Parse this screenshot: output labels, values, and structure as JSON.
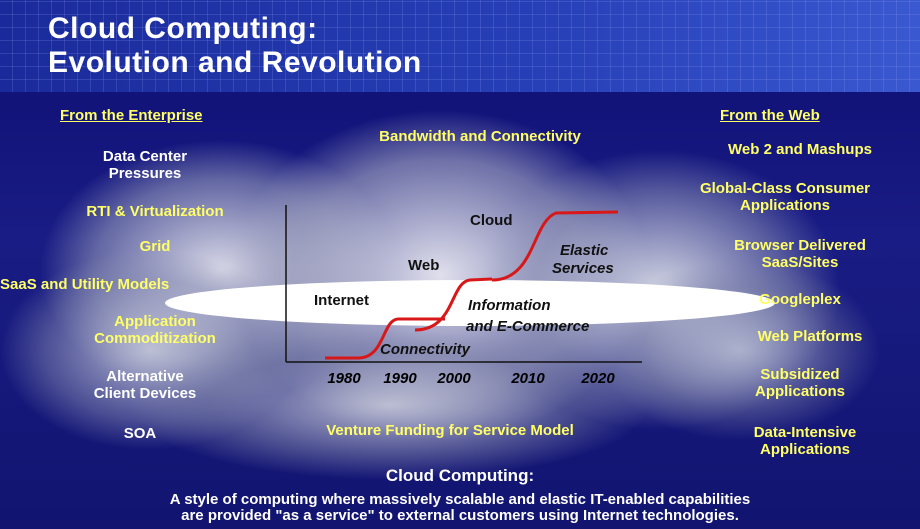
{
  "title": {
    "line1": "Cloud Computing:",
    "line2": "Evolution and Revolution"
  },
  "left": {
    "heading": "From the Enterprise",
    "items": [
      "Data Center",
      "Pressures",
      "RTI & Virtualization",
      "Grid",
      "SaaS and Utility Models",
      "Application",
      "Commoditization",
      "Alternative",
      "Client Devices",
      "SOA"
    ]
  },
  "right": {
    "heading": "From the Web",
    "items": [
      "Web 2 and Mashups",
      "Global-Class Consumer",
      "Applications",
      "Browser Delivered",
      "SaaS/Sites",
      "Googleplex",
      "Web Platforms",
      "Subsidized",
      "Applications",
      "Data-Intensive",
      "Applications"
    ]
  },
  "center": {
    "top": "Bandwidth and Connectivity",
    "bottom": "Venture Funding for Service Model"
  },
  "chart_data": {
    "type": "line",
    "x_ticks": [
      "1980",
      "1990",
      "2000",
      "2010",
      "2020"
    ],
    "stage_labels": [
      "Cloud",
      "Elastic",
      "Services",
      "Web",
      "Internet",
      "Information",
      "and E-Commerce",
      "Connectivity"
    ],
    "line_color": "#d81818"
  },
  "footer": {
    "title": "Cloud Computing:",
    "line1": "A style of computing where massively scalable and elastic IT-enabled capabilities",
    "line2": "are provided \"as a service\" to external customers using Internet technologies."
  }
}
